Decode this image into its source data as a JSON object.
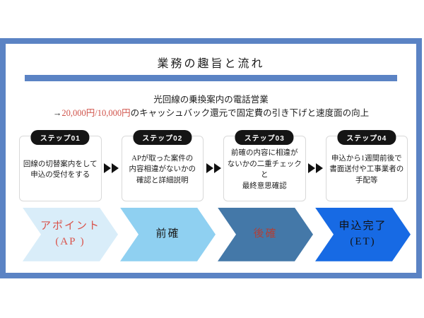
{
  "slide": {
    "title": "業務の趣旨と流れ",
    "intro": {
      "line1": "光回線の乗換案内の電話営業",
      "line2_prefix": "→",
      "line2_highlight": "20,000円/10,000円",
      "line2_rest": "のキャッシュバック還元で固定費の引き下げと速度面の向上"
    },
    "steps": [
      {
        "badge": "ステップ01",
        "text": "回線の切替案内をして\n申込の受付をする"
      },
      {
        "badge": "ステップ02",
        "text": "APが取った案件の\n内容相違がないかの\n確認と詳細説明"
      },
      {
        "badge": "ステップ03",
        "text": "前確の内容に相違が\nないかの二重チェックと\n最終意思確認"
      },
      {
        "badge": "ステップ04",
        "text": "申込から1週間前後で\n書面送付や工事業者の\n手配等"
      }
    ],
    "flow": [
      {
        "label": "アポイント\n(AP )",
        "bg": "#d9edf9",
        "color": "#d9534b"
      },
      {
        "label": "前確",
        "bg": "#8fd0f1",
        "color": "#1c1c1c"
      },
      {
        "label": "後確",
        "bg": "#4478a8",
        "color": "#b04038"
      },
      {
        "label": "申込完了\n(ET)",
        "bg": "#176ae4",
        "color": "#111111"
      }
    ],
    "colors": {
      "accent": "#5b83c4",
      "highlight_red": "#d0534a",
      "badge_bg": "#151515",
      "card_border": "#d9d9d9",
      "arrow_black": "#111111"
    }
  }
}
